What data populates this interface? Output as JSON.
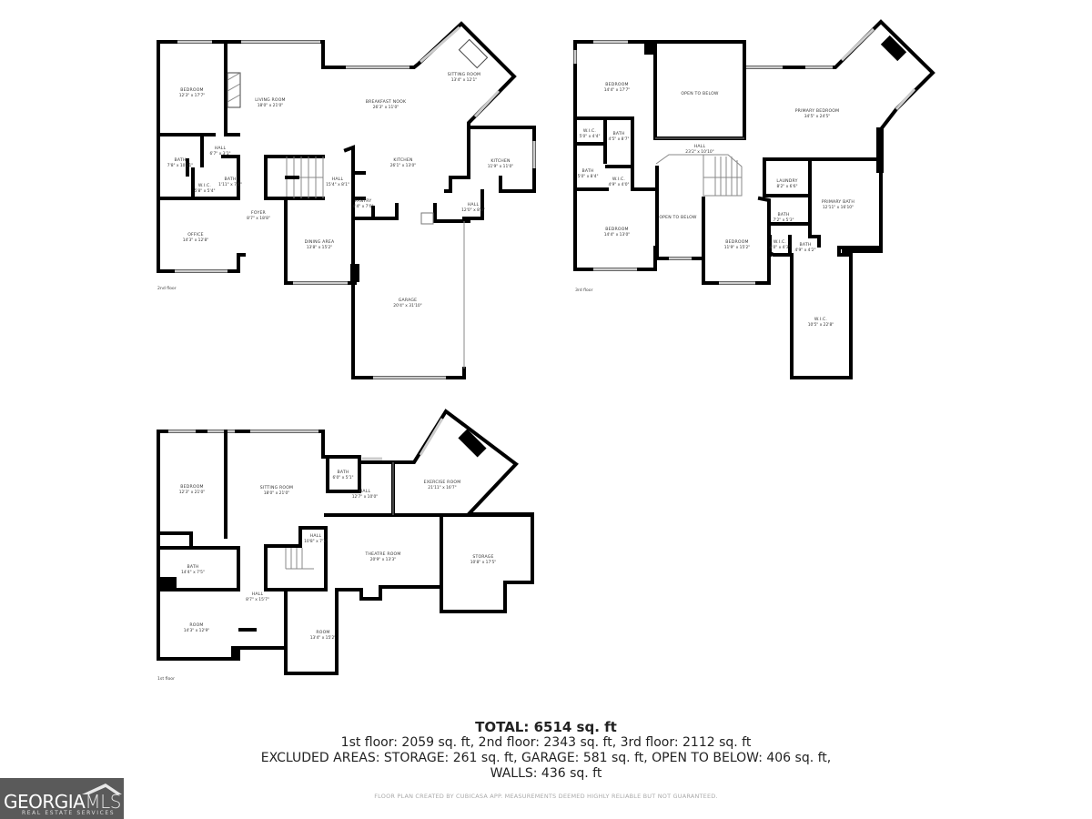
{
  "floors": [
    {
      "label": "2nd floor",
      "rooms": [
        {
          "name": "BEDROOM",
          "dims": "12'3\" x 17'7\""
        },
        {
          "name": "LIVING ROOM",
          "dims": "18'0\" x 21'0\""
        },
        {
          "name": "BREAKFAST NOOK",
          "dims": "26'3\" x 11'0\""
        },
        {
          "name": "SITTING ROOM",
          "dims": "13'4\" x 12'1\""
        },
        {
          "name": "KITCHEN",
          "dims": "26'1\" x 13'0\""
        },
        {
          "name": "KITCHEN",
          "dims": "11'9\" x 11'0\""
        },
        {
          "name": "BATH",
          "dims": "7'8\" x 10'11\""
        },
        {
          "name": "HALL",
          "dims": "6'7\" x 3'1\""
        },
        {
          "name": "W.I.C.",
          "dims": "5'8\" x 5'4\""
        },
        {
          "name": "BATH",
          "dims": "1'11\" x 7'6\""
        },
        {
          "name": "HALL",
          "dims": "15'4\" x 8'1\""
        },
        {
          "name": "PANTRY",
          "dims": "4'4\" x 7'0\""
        },
        {
          "name": "HALL",
          "dims": "12'0\" x 8'0\""
        },
        {
          "name": "FOYER",
          "dims": "8'7\" x 18'8\""
        },
        {
          "name": "OFFICE",
          "dims": "14'3\" x 12'8\""
        },
        {
          "name": "DINING AREA",
          "dims": "13'8\" x 15'2\""
        },
        {
          "name": "GARAGE",
          "dims": "20'4\" x 31'10\""
        }
      ]
    },
    {
      "label": "3rd floor",
      "rooms": [
        {
          "name": "BEDROOM",
          "dims": "14'4\" x 17'7\""
        },
        {
          "name": "OPEN TO BELOW",
          "dims": ""
        },
        {
          "name": "PRIMARY BEDROOM",
          "dims": "34'5\" x 24'5\""
        },
        {
          "name": "W.I.C.",
          "dims": "5'0\" x 4'4\""
        },
        {
          "name": "BATH",
          "dims": "4'5\" x 8'7\""
        },
        {
          "name": "HALL",
          "dims": "23'2\" x 10'10\""
        },
        {
          "name": "BATH",
          "dims": "5'0\" x 8'4\""
        },
        {
          "name": "W.I.C.",
          "dims": "4'9\" x 4'0\""
        },
        {
          "name": "LAUNDRY",
          "dims": "8'2\" x 6'6\""
        },
        {
          "name": "PRIMARY BATH",
          "dims": "12'11\" x 16'10\""
        },
        {
          "name": "BEDROOM",
          "dims": "14'4\" x 13'0\""
        },
        {
          "name": "OPEN TO BELOW",
          "dims": ""
        },
        {
          "name": "BEDROOM",
          "dims": "11'9\" x 15'2\""
        },
        {
          "name": "BATH",
          "dims": "7'2\" x 5'3\""
        },
        {
          "name": "W.I.C.",
          "dims": "4'0\" x 4'3\""
        },
        {
          "name": "BATH",
          "dims": "4'9\" x 4'2\""
        },
        {
          "name": "W.I.C.",
          "dims": "10'5\" x 22'8\""
        }
      ]
    },
    {
      "label": "1st floor",
      "rooms": [
        {
          "name": "BEDROOM",
          "dims": "12'3\" x 21'0\""
        },
        {
          "name": "SITTING ROOM",
          "dims": "18'0\" x 21'0\""
        },
        {
          "name": "BATH",
          "dims": "6'0\" x 5'1\""
        },
        {
          "name": "HALL",
          "dims": "12'7\" x 10'0\""
        },
        {
          "name": "EXERCISE ROOM",
          "dims": "21'11\" x 16'7\""
        },
        {
          "name": "HALL",
          "dims": "10'8\" x 7'1\""
        },
        {
          "name": "THEATRE ROOM",
          "dims": "20'9\" x 13'3\""
        },
        {
          "name": "STORAGE",
          "dims": "10'8\" x 17'5\""
        },
        {
          "name": "BATH",
          "dims": "14'4\" x 7'5\""
        },
        {
          "name": "HALL",
          "dims": "8'7\" x 15'7\""
        },
        {
          "name": "ROOM",
          "dims": "14'3\" x 12'9\""
        },
        {
          "name": "ROOM",
          "dims": "13'4\" x 15'2\""
        }
      ]
    }
  ],
  "summary": {
    "total": "TOTAL: 6514 sq. ft",
    "floors_line": "1st floor: 2059 sq. ft, 2nd floor: 2343 sq. ft, 3rd floor: 2112 sq. ft",
    "excluded_line": "EXCLUDED AREAS: STORAGE: 261 sq. ft, GARAGE: 581 sq. ft, OPEN TO BELOW: 406 sq. ft,",
    "walls_line": "WALLS: 436 sq. ft"
  },
  "disclaimer": "FLOOR PLAN CREATED BY CUBICASA APP. MEASUREMENTS DEEMED HIGHLY RELIABLE BUT NOT GUARANTEED.",
  "logo": {
    "georgia": "GEORGIA",
    "mls": "MLS",
    "tagline": "REAL ESTATE SERVICES"
  }
}
